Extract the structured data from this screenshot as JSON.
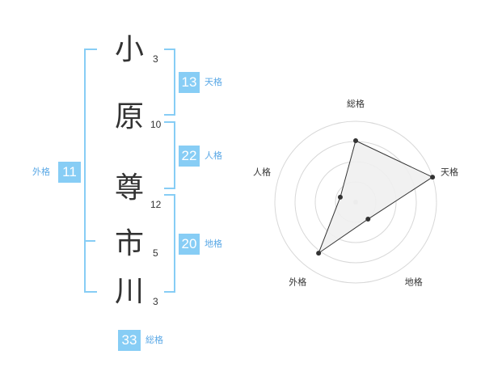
{
  "name": {
    "chars": [
      {
        "char": "小",
        "strokes": "3"
      },
      {
        "char": "原",
        "strokes": "10"
      },
      {
        "char": "尊",
        "strokes": "12"
      },
      {
        "char": "市",
        "strokes": "5"
      },
      {
        "char": "川",
        "strokes": "3"
      }
    ]
  },
  "kakusu": {
    "tenkaku": {
      "value": "13",
      "label": "天格"
    },
    "jinkaku": {
      "value": "22",
      "label": "人格"
    },
    "chikaku": {
      "value": "20",
      "label": "地格"
    },
    "gaikaku": {
      "value": "11",
      "label": "外格"
    },
    "soukaku": {
      "value": "33",
      "label": "総格"
    }
  },
  "colors": {
    "accent": "#87cdf5",
    "label": "#5aa8e6",
    "text": "#333333"
  },
  "chart_data": {
    "type": "radar",
    "axes": [
      "総格",
      "天格",
      "地格",
      "外格",
      "人格"
    ],
    "values": [
      3.8,
      5.0,
      1.3,
      3.9,
      1.0
    ],
    "rmax": 5,
    "rings": 4,
    "grid": true
  }
}
